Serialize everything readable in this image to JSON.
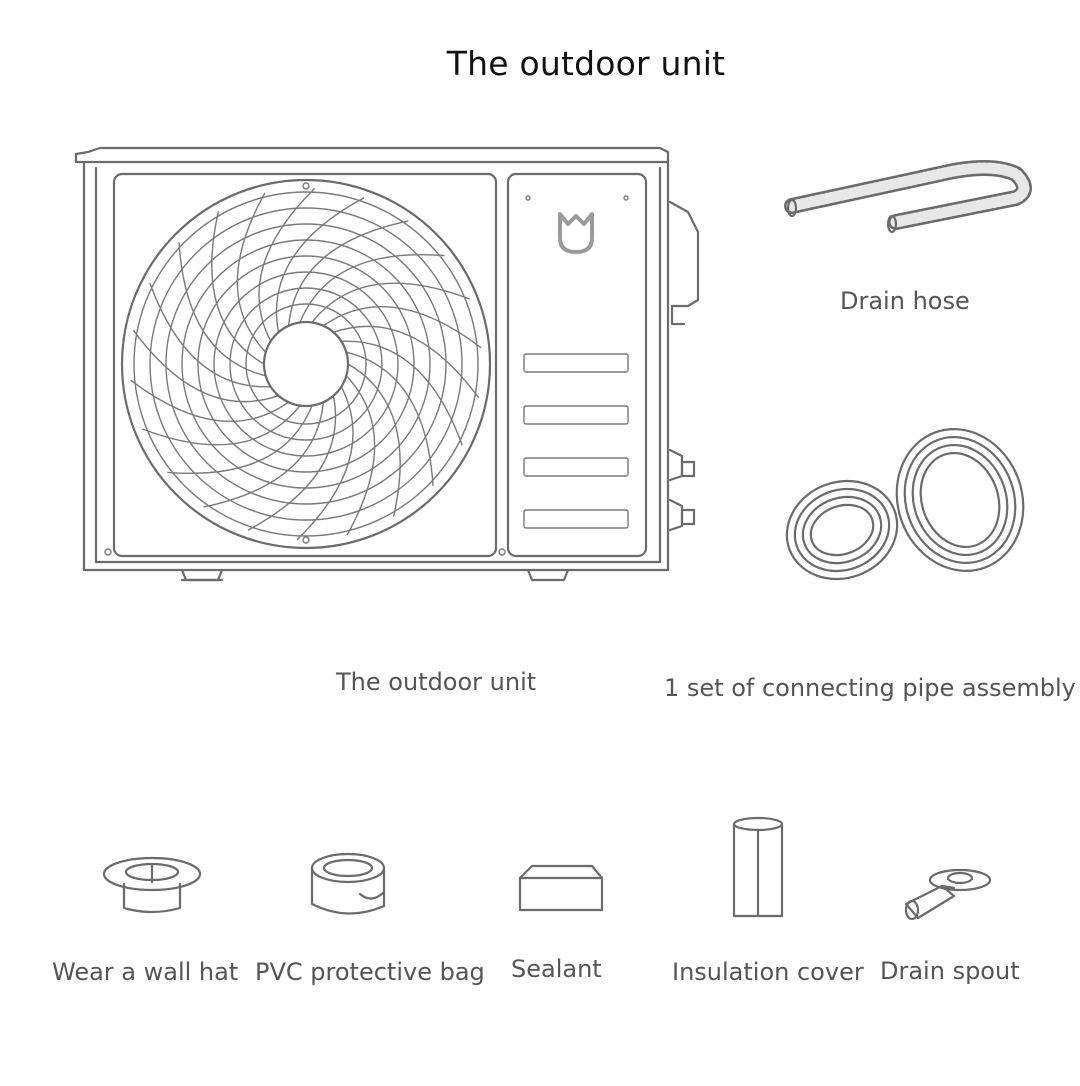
{
  "page": {
    "title": "The outdoor unit"
  },
  "items": {
    "outdoor_unit": "The outdoor unit",
    "drain_hose": "Drain hose",
    "pipe_assembly": "1 set of connecting pipe assembly",
    "wall_hat": "Wear a wall hat",
    "pvc_bag": "PVC protective bag",
    "sealant": "Sealant",
    "insulation_cover": "Insulation cover",
    "drain_spout": "Drain spout"
  },
  "icons": {
    "outdoor_unit": "air-conditioner-outdoor-unit-icon",
    "drain_hose": "drain-hose-icon",
    "pipe_assembly": "coiled-pipe-icon",
    "wall_hat": "wall-hat-icon",
    "pvc_bag": "tape-roll-icon",
    "sealant": "sealant-block-icon",
    "insulation_cover": "insulation-tube-icon",
    "drain_spout": "drain-spout-icon"
  },
  "colors": {
    "line": "#6b6b6b",
    "label": "#555555",
    "title": "#111111"
  }
}
